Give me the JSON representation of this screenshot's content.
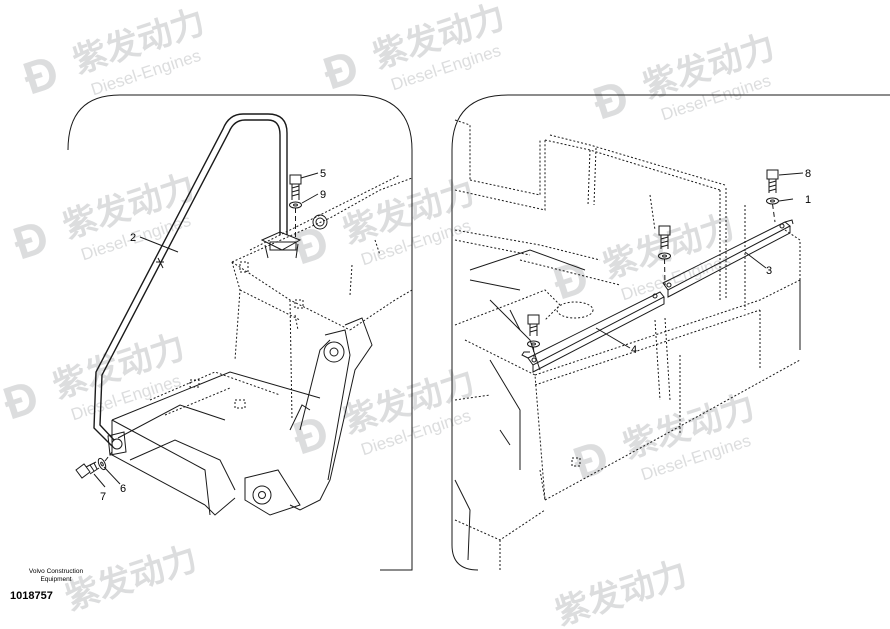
{
  "watermark": {
    "brand_cn": "紫发动力",
    "brand_en": "Diesel-Engines",
    "color": "#d9dadb"
  },
  "callouts": {
    "c1": "1",
    "c2": "2",
    "c3": "3",
    "c4": "4",
    "c5": "5",
    "c6": "6",
    "c7": "7",
    "c8": "8",
    "c9": "9"
  },
  "footer": {
    "org_line1": "Volvo Construction",
    "org_line2": "Equipment",
    "drawing_number": "1018757"
  }
}
